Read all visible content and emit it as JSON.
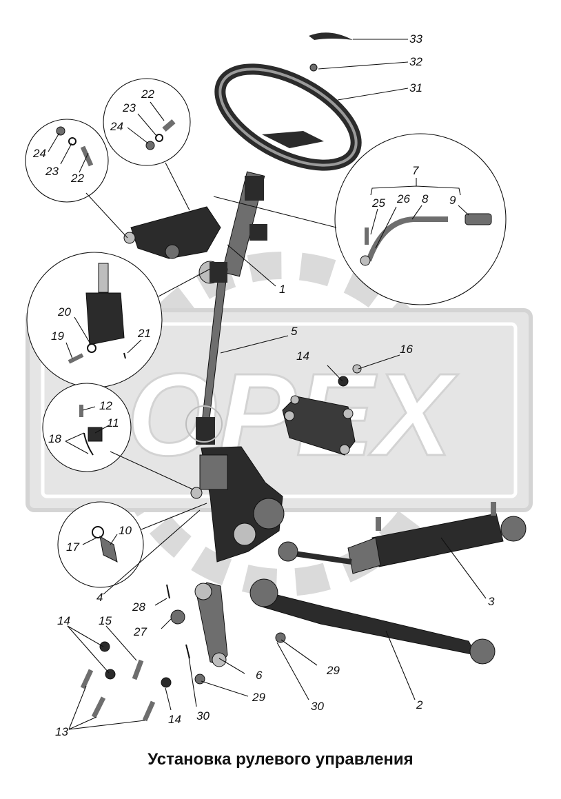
{
  "caption": "Установка рулевого управления",
  "watermark": {
    "text": "OPEX",
    "color": "#cfcfcf"
  },
  "colors": {
    "ink": "#111111",
    "part_dark": "#2b2b2b",
    "part_mid": "#6e6e6e",
    "part_light": "#bdbdbd"
  },
  "labels": {
    "l1": "1",
    "l2": "2",
    "l3": "3",
    "l4": "4",
    "l5": "5",
    "l6": "6",
    "l7": "7",
    "l8": "8",
    "l9": "9",
    "l10": "10",
    "l11": "11",
    "l12": "12",
    "l13": "13",
    "l14": "14",
    "l15": "15",
    "l16": "16",
    "l17": "17",
    "l18": "18",
    "l19": "19",
    "l20": "20",
    "l21": "21",
    "l22": "22",
    "l23": "23",
    "l24": "24",
    "l25": "25",
    "l26": "26",
    "l27": "27",
    "l28": "28",
    "l29": "29",
    "l30": "30",
    "l31": "31",
    "l32": "32",
    "l33": "33"
  }
}
